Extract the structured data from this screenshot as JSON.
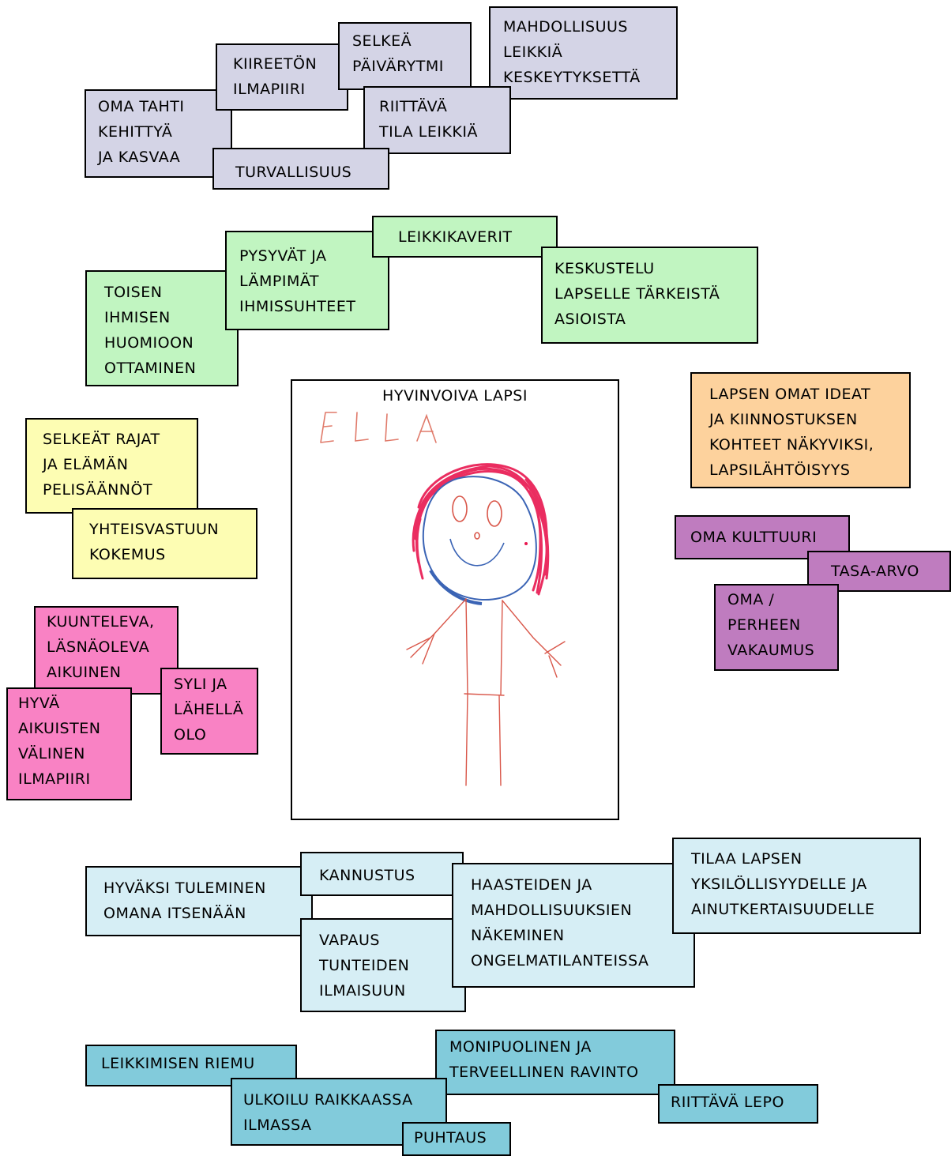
{
  "center": {
    "title": "HYVINVOIVA LAPSI",
    "signature": "ELLA"
  },
  "colors": {
    "group_environment": "#d4d4e6",
    "group_relationships": "#c1f5c1",
    "group_rules": "#fdfdb3",
    "group_adults": "#f982c4",
    "group_child_ideas": "#fdd29d",
    "group_culture": "#bf7cbf",
    "group_acceptance": "#d6eef5",
    "group_health": "#82cbdb",
    "drawing_hair": "#e8174f",
    "drawing_face": "#d9574a",
    "drawing_outline": "#3b64b5"
  },
  "groups": {
    "environment": [
      "OMA TAHTI\nKEHITTYÄ\nJA KASVAA",
      "KIIREETÖN\nILMAPIIRI",
      "SELKEÄ\nPÄIVÄRYTMI",
      "MAHDOLLISUUS\nLEIKKIÄ\nKESKEYTYKSETTÄ",
      "RIITTÄVÄ\nTILA LEIKKIÄ",
      "TURVALLISUUS"
    ],
    "relationships": [
      "TOISEN\nIHMISEN\nHUOMIOON\nOTTAMINEN",
      "PYSYVÄT JA\nLÄMPIMÄT\nIHMISSUHTEET",
      "LEIKKIKAVERIT",
      "KESKUSTELU\nLAPSELLE TÄRKEISTÄ\nASIOISTA"
    ],
    "rules": [
      "SELKEÄT RAJAT\nJA ELÄMÄN\nPELISÄÄNNÖT",
      "YHTEISVASTUUN\nKOKEMUS"
    ],
    "adults": [
      "KUUNTELEVA,\nLÄSNÄOLEVA\nAIKUINEN",
      "SYLI JA\nLÄHELLÄ\nOLO",
      "HYVÄ\nAIKUISTEN\nVÄLINEN\nILMAPIIRI"
    ],
    "child_ideas": [
      "LAPSEN OMAT IDEAT\nJA KIINNOSTUKSEN\nKOHTEET NÄKYVIKSI,\nLAPSILÄHTÖISYYS"
    ],
    "culture": [
      "OMA KULTTUURI",
      "TASA-ARVO",
      "OMA /\nPERHEEN\nVAKAUMUS"
    ],
    "acceptance": [
      "HYVÄKSI TULEMINEN\nOMANA ITSENÄÄN",
      "KANNUSTUS",
      "VAPAUS\nTUNTEIDEN\nILMAISUUN",
      "HAASTEIDEN JA\nMAHDOLLISUUKSIEN\nNÄKEMINEN\nONGELMATILANTEISSA",
      "TILAA LAPSEN\nYKSILÖLLISYYDELLE JA\nAINUTKERTAISUUDELLE"
    ],
    "health": [
      "LEIKKIMISEN RIEMU",
      "MONIPUOLINEN JA\nTERVEELLINEN RAVINTO",
      "ULKOILU RAIKKAASSA\nILMASSA",
      "RIITTÄVÄ LEPO",
      "PUHTAUS"
    ]
  }
}
